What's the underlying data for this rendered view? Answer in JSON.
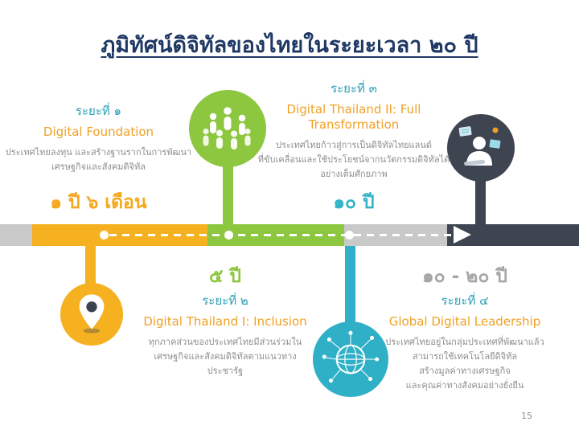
{
  "title": "ภูมิทัศน์ดิจิทัลของไทยในระยะเวลา ๒๐ ปี",
  "page_number": "15",
  "colors": {
    "title_navy": "#1F3864",
    "phase_label_teal": "#2E9FB8",
    "subtitle_orange": "#F0A125",
    "body_gray": "#8E8E8E",
    "yellow": "#F5B120",
    "green": "#8DC63F",
    "teal": "#2FB0C7",
    "dark": "#3E4550",
    "track_gray": "#C9C9C9"
  },
  "timeline": {
    "direction": "left-to-right",
    "milestone_dots": 3,
    "arrow_at_end": true
  },
  "phases": [
    {
      "label": "ระยะที่ ๑",
      "subtitle": "Digital Foundation",
      "desc_lines": [
        "ประเทศไทยลงทุน และสร้างฐานรากในการพัฒนา",
        "เศรษฐกิจและสังคมดิจิทัล"
      ],
      "duration": "๑ ปี ๖ เดือน",
      "icon": "map-pin-icon",
      "color": "#F5B120"
    },
    {
      "label": "ระยะที่ ๒",
      "subtitle": "Digital Thailand I: Inclusion",
      "desc_lines": [
        "ทุกภาคส่วนของประเทศไทยมีส่วนร่วมใน",
        "เศรษฐกิจและสังคมดิจิทัลตามแนวทาง",
        "ประชารัฐ"
      ],
      "duration": "๕ ปี",
      "icon": "people-group-icon",
      "color": "#8DC63F"
    },
    {
      "label": "ระยะที่ ๓",
      "subtitle": "Digital Thailand II: Full Transformation",
      "desc_lines": [
        "ประเทศไทยก้าวสู่การเป็นดิจิทัลไทยแลนด์",
        "ที่ขับเคลื่อนและใช้ประโยชน์จากนวัตกรรมดิจิทัลได้",
        "อย่างเต็มศักยภาพ"
      ],
      "duration": "๑๐ ปี",
      "icon": "globe-network-icon",
      "color": "#2FB0C7"
    },
    {
      "label": "ระยะที่ ๔",
      "subtitle": "Global Digital Leadership",
      "desc_lines": [
        "ประเทศไทยอยู่ในกลุ่มประเทศที่พัฒนาแล้ว",
        "สามารถใช้เทคโนโลยีดิจิทัล",
        "สร้างมูลค่าทางเศรษฐกิจ",
        "และคุณค่าทางสังคมอย่างยั่งยืน"
      ],
      "duration": "๑๐ - ๒๐ ปี",
      "icon": "person-computer-icon",
      "color": "#3E4550"
    }
  ]
}
